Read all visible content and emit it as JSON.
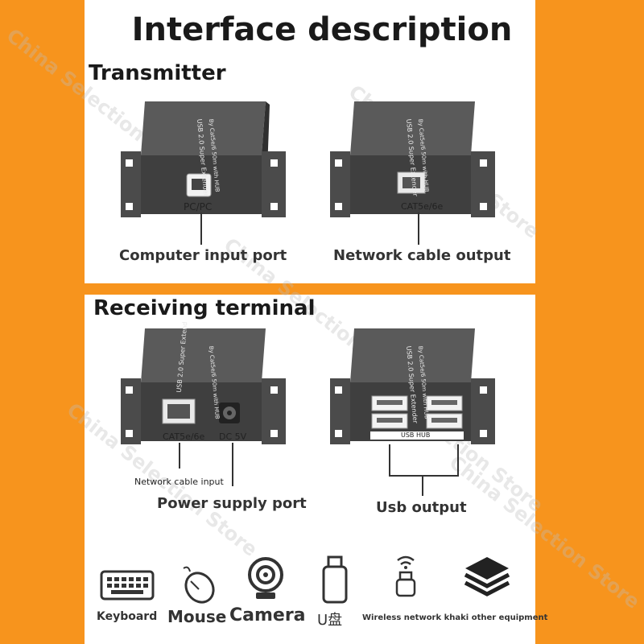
{
  "title": "Interface description",
  "transmitter": {
    "heading": "Transmitter",
    "left_port_text": "PC/PC",
    "right_port_text": "CAT5e/6e",
    "left_label": "Computer input port",
    "right_label": "Network cable output"
  },
  "receiver": {
    "heading": "Receiving terminal",
    "port_cat": "CAT5e/6e",
    "port_dc": "DC 5V",
    "hub_text": "USB HUB",
    "net_label": "Network cable input",
    "power_label": "Power supply port",
    "usb_label": "Usb output"
  },
  "device_text": {
    "line1": "USB 2.0 Super Extender",
    "line2": "By Cat5e/6 50m with HUB"
  },
  "devices": [
    {
      "label": "Keyboard",
      "icon": "keyboard-icon"
    },
    {
      "label": "Mouse",
      "icon": "mouse-icon"
    },
    {
      "label": "Camera",
      "icon": "camera-icon"
    },
    {
      "label": "U盘",
      "icon": "usb-drive-icon"
    },
    {
      "label": "Wireless network khaki other equipment",
      "icon": "wireless-dongle-icon"
    },
    {
      "label": "",
      "icon": "layers-icon"
    }
  ],
  "watermark": "China Selection Store",
  "colors": {
    "accent": "#f7941d",
    "device": "#4a4a4a"
  }
}
